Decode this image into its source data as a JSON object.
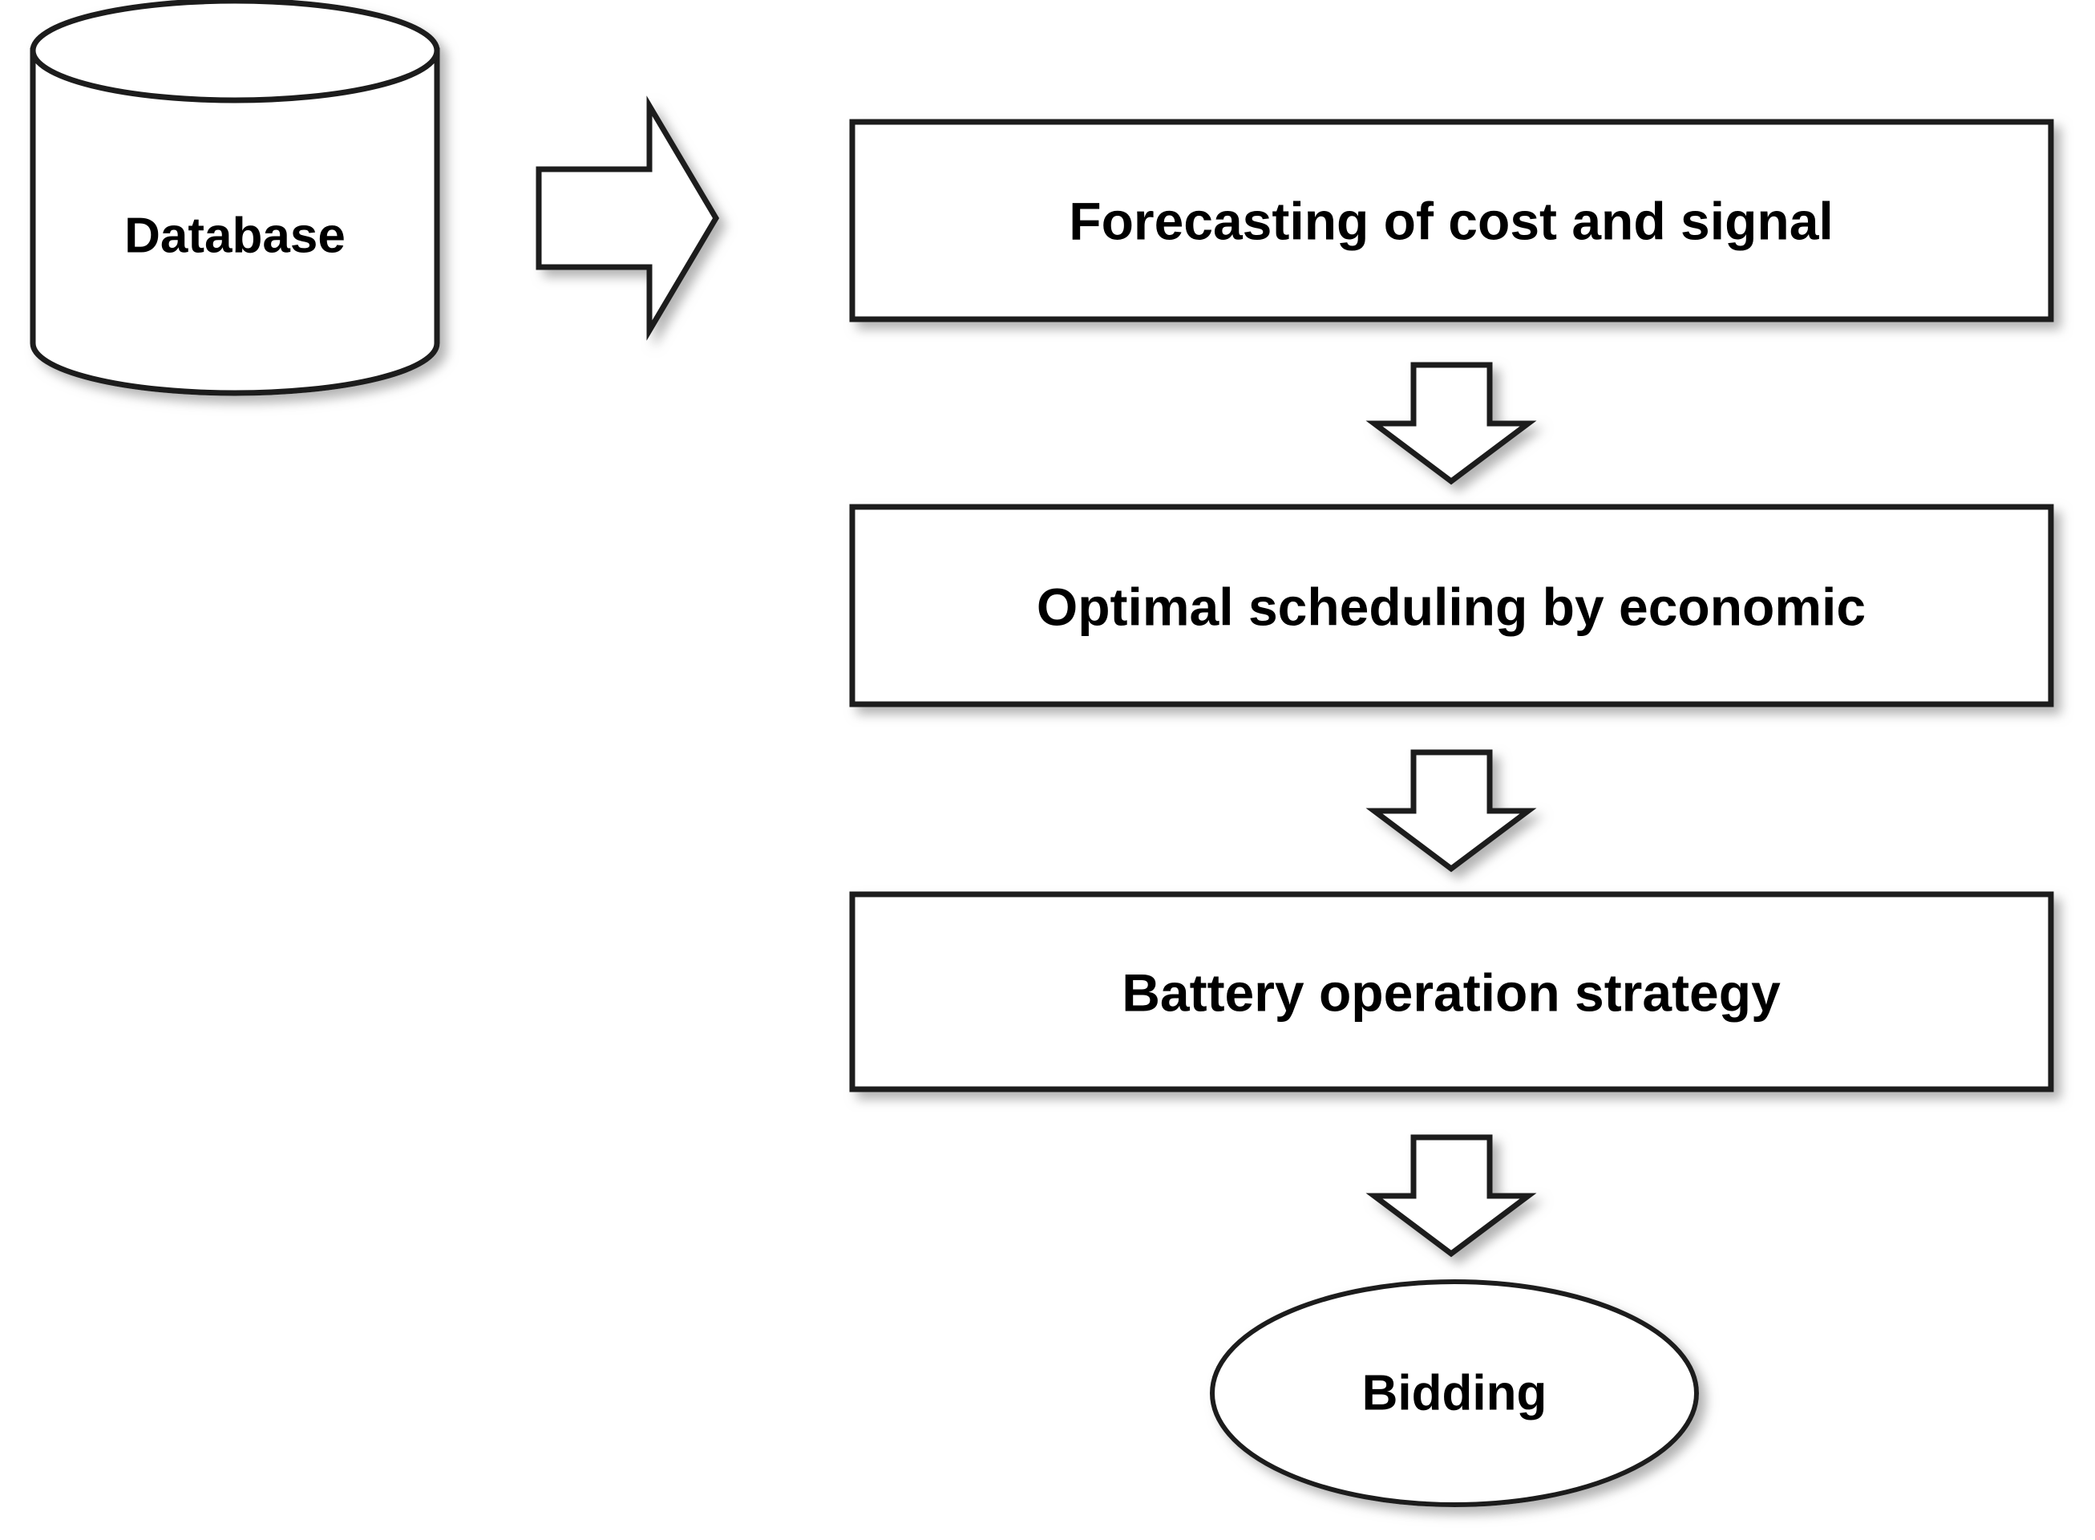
{
  "diagram": {
    "title": "Battery bidding workflow flowchart",
    "background_color": "#ffffff",
    "stroke_color": "#1a1a1a",
    "fill_color": "#ffffff",
    "text_color": "#000000",
    "nodes": [
      {
        "id": "database",
        "shape": "cylinder",
        "label": "Database"
      },
      {
        "id": "forecasting",
        "shape": "rectangle",
        "label": "Forecasting of cost and signal"
      },
      {
        "id": "scheduling",
        "shape": "rectangle",
        "label": "Optimal scheduling by economic"
      },
      {
        "id": "battery",
        "shape": "rectangle",
        "label": "Battery operation strategy"
      },
      {
        "id": "bidding",
        "shape": "ellipse",
        "label": "Bidding"
      }
    ],
    "connectors": [
      {
        "id": "db-to-forecasting",
        "type": "block-arrow",
        "direction": "right"
      },
      {
        "id": "forecasting-to-scheduling",
        "type": "block-arrow",
        "direction": "down"
      },
      {
        "id": "scheduling-to-battery",
        "type": "block-arrow",
        "direction": "down"
      },
      {
        "id": "battery-to-bidding",
        "type": "block-arrow",
        "direction": "down"
      }
    ]
  }
}
